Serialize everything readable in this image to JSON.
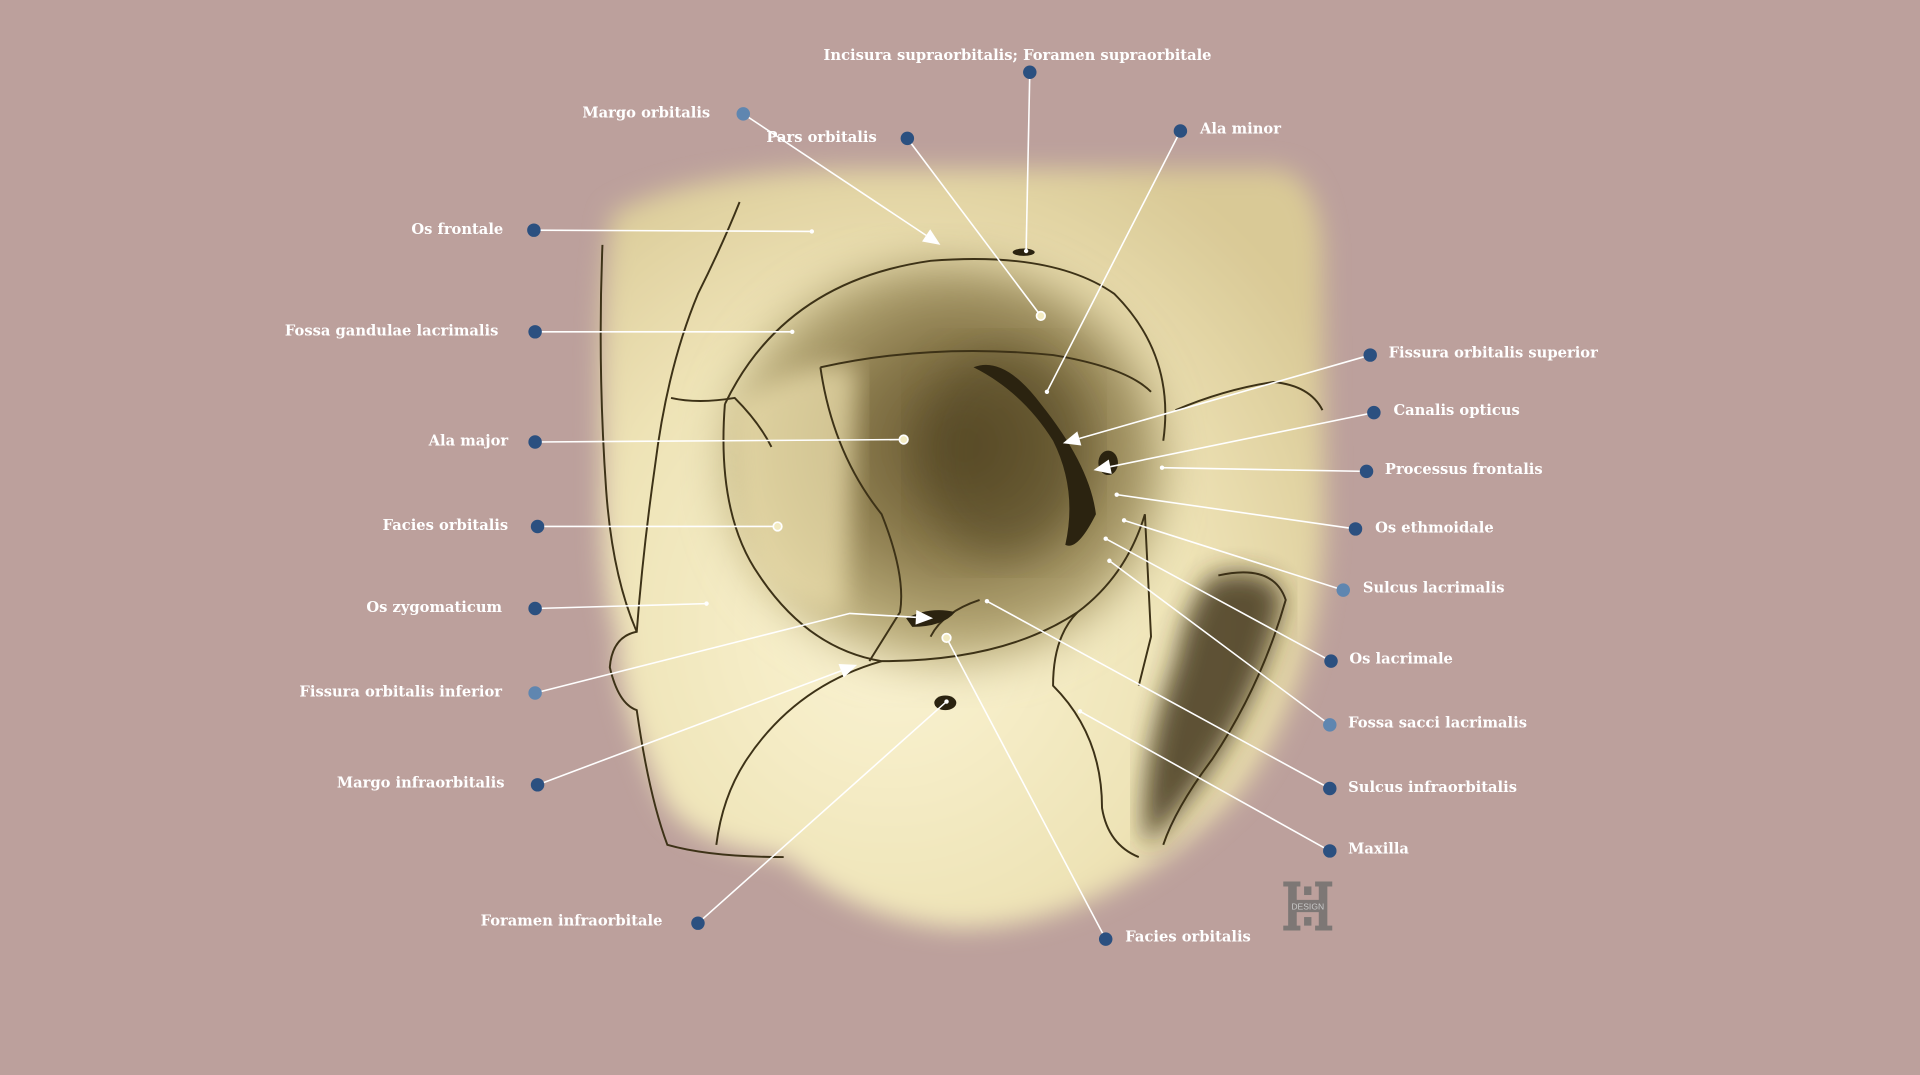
{
  "title": "Orbita - anatomical diagram",
  "colors": {
    "background": "#bca09c",
    "dot": "#2b5080",
    "dot_light": "#5f86b0",
    "line": "#ffffff",
    "bone": "#f3ebc2",
    "shadow": "#6e5f36"
  },
  "labels": [
    {
      "text": "Incisura supraorbitalis; Foramen supraorbitale",
      "variant": "dark"
    },
    {
      "text": "Margo orbitalis",
      "variant": "light"
    },
    {
      "text": "Pars orbitalis",
      "variant": "dark"
    },
    {
      "text": "Ala minor",
      "variant": "dark"
    },
    {
      "text": "Os frontale",
      "variant": "dark"
    },
    {
      "text": "Fossa gandulae lacrimalis",
      "variant": "dark"
    },
    {
      "text": "Ala major",
      "variant": "dark"
    },
    {
      "text": "Facies orbitalis",
      "variant": "dark"
    },
    {
      "text": "Os zygomaticum",
      "variant": "dark"
    },
    {
      "text": "Fissura orbitalis inferior",
      "variant": "light"
    },
    {
      "text": "Margo infraorbitalis",
      "variant": "dark"
    },
    {
      "text": "Foramen infraorbitale",
      "variant": "dark"
    },
    {
      "text": "Facies orbitalis",
      "variant": "dark"
    },
    {
      "text": "Fissura orbitalis superior",
      "variant": "dark"
    },
    {
      "text": "Canalis opticus",
      "variant": "dark"
    },
    {
      "text": "Processus frontalis",
      "variant": "dark"
    },
    {
      "text": "Os ethmoidale",
      "variant": "dark"
    },
    {
      "text": "Sulcus lacrimalis",
      "variant": "light"
    },
    {
      "text": "Os lacrimale",
      "variant": "dark"
    },
    {
      "text": "Fossa sacci lacrimalis",
      "variant": "light"
    },
    {
      "text": "Sulcus infraorbitalis",
      "variant": "dark"
    },
    {
      "text": "Maxilla",
      "variant": "dark"
    }
  ],
  "logo": {
    "text": "DESIGN"
  }
}
